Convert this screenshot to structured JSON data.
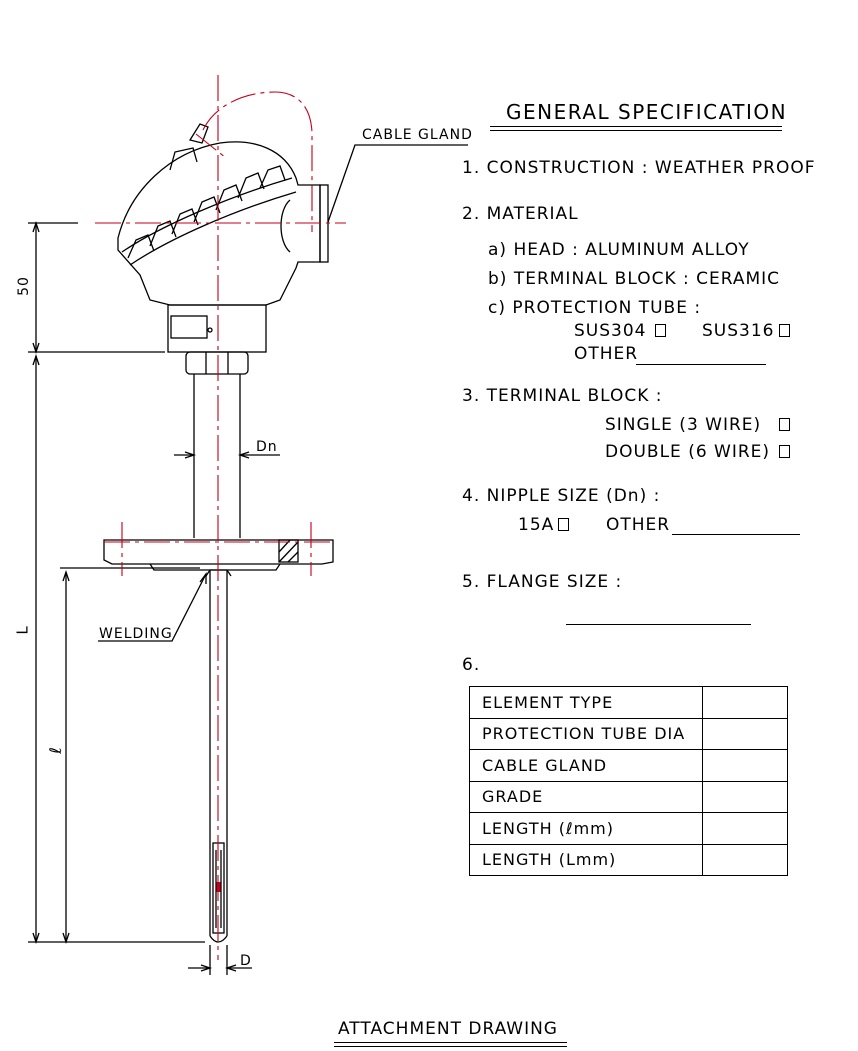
{
  "drawing_labels": {
    "cable_gland": "CABLE GLAND",
    "dim_50": "50",
    "dn": "Dn",
    "dim_L": "L",
    "welding": "WELDING",
    "dim_l": "ℓ",
    "dim_D": "D"
  },
  "spec": {
    "title": "GENERAL SPECIFICATION",
    "item1": "1. CONSTRUCTION : WEATHER PROOF",
    "item2": "2. MATERIAL",
    "item2a": "a) HEAD : ALUMINUM ALLOY",
    "item2b": "b) TERMINAL BLOCK : CERAMIC",
    "item2c": "c) PROTECTION TUBE :",
    "sus304": "SUS304",
    "sus316": "SUS316",
    "other": "OTHER",
    "item3": "3. TERMINAL BLOCK :",
    "single": "SINGLE  (3 WIRE)",
    "double": "DOUBLE (6 WIRE)",
    "item4": "4. NIPPLE SIZE (Dn) :",
    "size15a": "15A",
    "other2": "OTHER",
    "item5": "5. FLANGE SIZE :",
    "item6": "6."
  },
  "table": {
    "rows": [
      "ELEMENT TYPE",
      "PROTECTION TUBE DIA",
      "CABLE GLAND",
      "GRADE",
      "LENGTH  (ℓmm)",
      "LENGTH  (Lmm)"
    ]
  },
  "footer": {
    "title": "ATTACHMENT DRAWING"
  },
  "colors": {
    "line": "#000000",
    "centerline": "#c0001a",
    "background": "#ffffff"
  }
}
